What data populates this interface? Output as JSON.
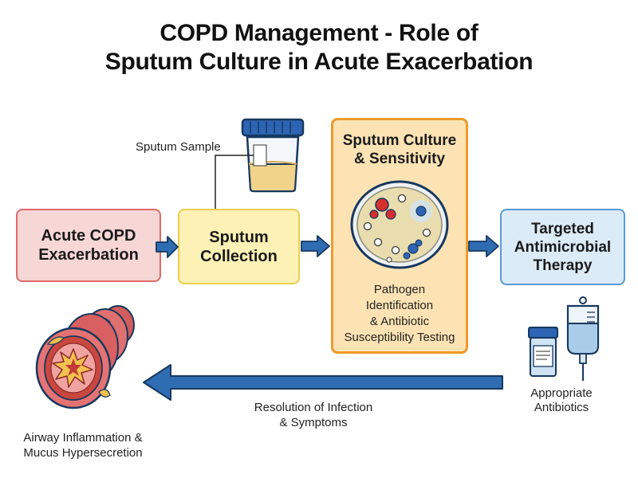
{
  "title": {
    "line1": "COPD Management - Role of",
    "line2": "Sputum Culture in Acute Exacerbation"
  },
  "nodes": {
    "exacerbation": {
      "line1": "Acute COPD",
      "line2": "Exacerbation"
    },
    "collection": {
      "line1": "Sputum",
      "line2": "Collection"
    },
    "culture": {
      "line1": "Sputum Culture",
      "line2": "& Sensitivity",
      "detail": [
        "Pathogen",
        "Identification",
        "& Antibiotic",
        "Susceptibility Testing"
      ]
    },
    "therapy": {
      "line1": "Targeted",
      "line2": "Antimicrobial",
      "line3": "Therapy"
    }
  },
  "labels": {
    "sample": "Sputum Sample",
    "antibiotics": [
      "Appropriate",
      "Antibiotics"
    ],
    "resolution": [
      "Resolution of Infection",
      "& Symptoms"
    ],
    "airway": [
      "Airway Inflammation &",
      "Mucus Hypersecretion"
    ]
  },
  "icons": {
    "sample_cup": "specimen-cup-icon",
    "petri_dish": "petri-dish-icon",
    "pill_bottle": "pill-bottle-icon",
    "iv_bag": "iv-bag-icon",
    "airway": "airway-cross-section-icon"
  },
  "colors": {
    "arrow": "#2f6db3",
    "arrow_dark": "#17385f",
    "red_fill": "#f7d6d6",
    "red_border": "#e06a6a",
    "yellow_fill": "#fdf1b5",
    "yellow_border": "#e9cf4e",
    "orange_fill": "#fde3b4",
    "orange_border": "#ef9a2b",
    "blue_fill": "#dcebf8",
    "blue_border": "#5a9bd5"
  }
}
